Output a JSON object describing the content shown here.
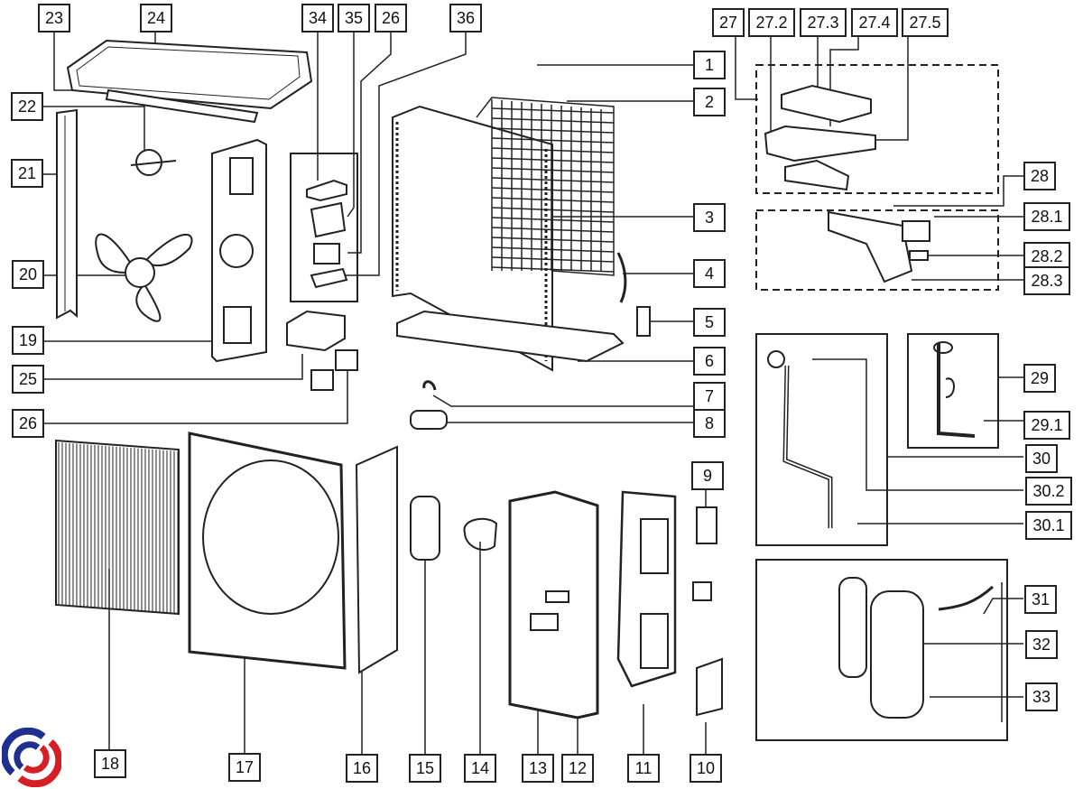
{
  "diagram": {
    "title": "Outdoor unit exploded view (parts diagram)",
    "labels": [
      {
        "id": "1",
        "text": "1"
      },
      {
        "id": "2",
        "text": "2"
      },
      {
        "id": "3",
        "text": "3"
      },
      {
        "id": "4",
        "text": "4"
      },
      {
        "id": "5",
        "text": "5"
      },
      {
        "id": "6",
        "text": "6"
      },
      {
        "id": "7",
        "text": "7"
      },
      {
        "id": "8",
        "text": "8"
      },
      {
        "id": "9",
        "text": "9"
      },
      {
        "id": "10",
        "text": "10"
      },
      {
        "id": "11",
        "text": "11"
      },
      {
        "id": "12",
        "text": "12"
      },
      {
        "id": "13",
        "text": "13"
      },
      {
        "id": "14",
        "text": "14"
      },
      {
        "id": "15",
        "text": "15"
      },
      {
        "id": "16",
        "text": "16"
      },
      {
        "id": "17",
        "text": "17"
      },
      {
        "id": "18",
        "text": "18"
      },
      {
        "id": "19",
        "text": "19"
      },
      {
        "id": "20",
        "text": "20"
      },
      {
        "id": "21",
        "text": "21"
      },
      {
        "id": "22",
        "text": "22"
      },
      {
        "id": "23",
        "text": "23"
      },
      {
        "id": "24",
        "text": "24"
      },
      {
        "id": "25",
        "text": "25"
      },
      {
        "id": "26a",
        "text": "26"
      },
      {
        "id": "26b",
        "text": "26"
      },
      {
        "id": "27",
        "text": "27"
      },
      {
        "id": "27.2",
        "text": "27.2"
      },
      {
        "id": "27.3",
        "text": "27.3"
      },
      {
        "id": "27.4",
        "text": "27.4"
      },
      {
        "id": "27.5",
        "text": "27.5"
      },
      {
        "id": "28",
        "text": "28"
      },
      {
        "id": "28.1",
        "text": "28.1"
      },
      {
        "id": "28.2",
        "text": "28.2"
      },
      {
        "id": "28.3",
        "text": "28.3"
      },
      {
        "id": "29",
        "text": "29"
      },
      {
        "id": "29.1",
        "text": "29.1"
      },
      {
        "id": "30",
        "text": "30"
      },
      {
        "id": "30.1",
        "text": "30.1"
      },
      {
        "id": "30.2",
        "text": "30.2"
      },
      {
        "id": "31",
        "text": "31"
      },
      {
        "id": "32",
        "text": "32"
      },
      {
        "id": "33",
        "text": "33"
      },
      {
        "id": "34",
        "text": "34"
      },
      {
        "id": "35",
        "text": "35"
      },
      {
        "id": "36",
        "text": "36"
      }
    ],
    "colors": {
      "line": "#222222",
      "logo_blue": "#1f2f8f",
      "logo_red": "#d81e25"
    }
  }
}
